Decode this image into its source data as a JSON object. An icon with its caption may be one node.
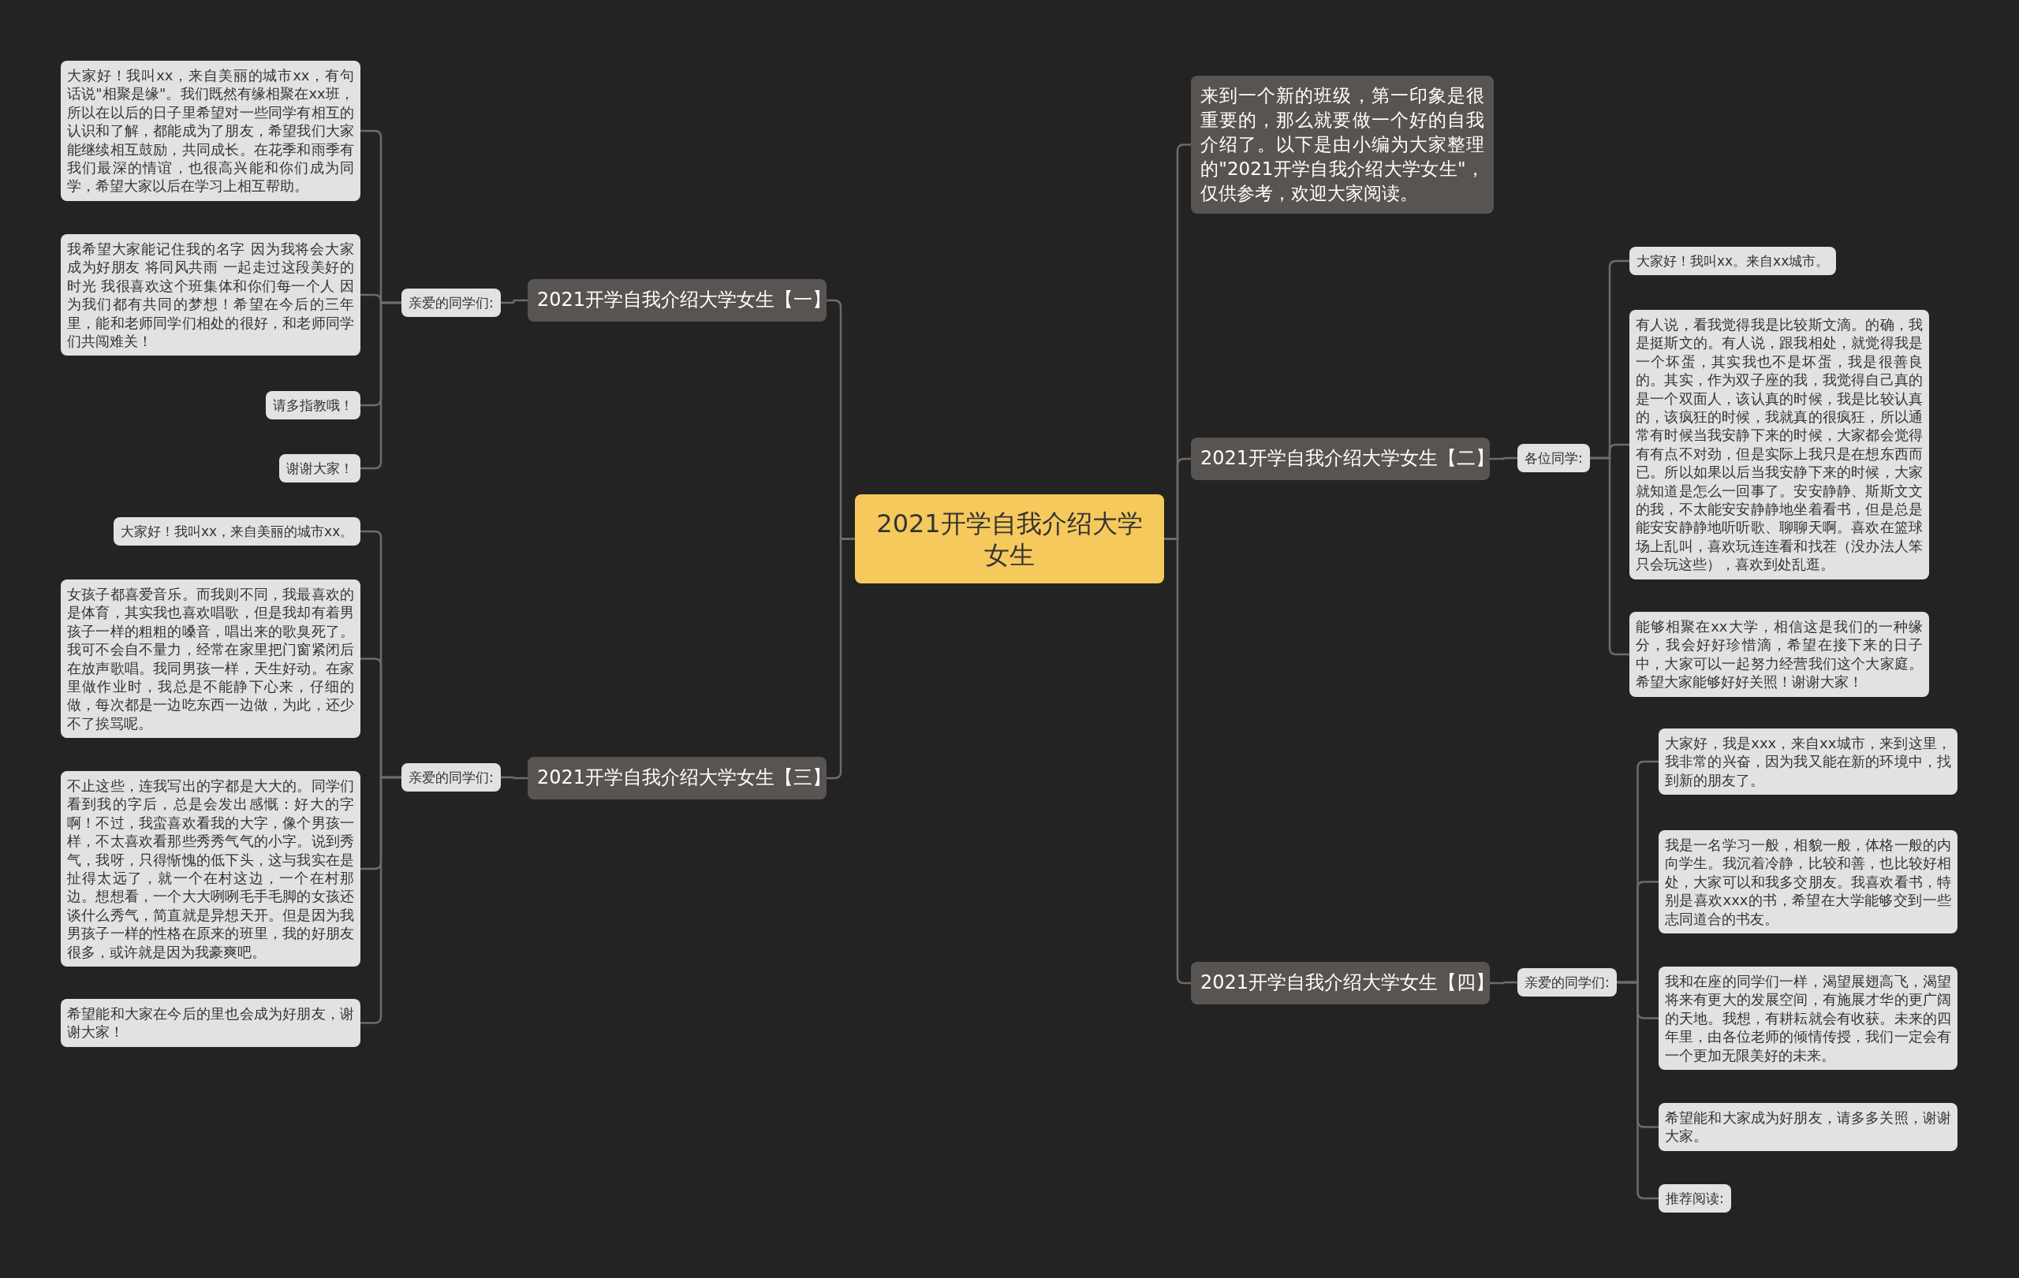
{
  "diagram": {
    "nodes": [
      {
        "text": [
          "2021开学自我介绍大学女生"
        ]
      },
      {
        "text": [
          "来到一个新的班级，第一印象是很重要的，那么就要做一个好的自我介绍了。以下是由小编为大家整理的\"2021开学自我介绍大学女生\"，仅供参考，欢迎大家阅读。"
        ]
      },
      {
        "text": [
          "2021开学自我介绍大学女生【一】"
        ]
      },
      {
        "text": [
          "亲爱的同学们:"
        ]
      },
      {
        "text": [
          "大家好！我叫xx，来自美丽的城市xx，有句话说\"相聚是缘\"。我们既然有缘相聚在xx班，所以在以后的日子里希望对一些同学有相互的认识和了解，都能成为了朋友，希望我们大家能继续相互鼓励，共同成长。在花季和雨季有我们最深的情谊，也很高兴能和你们成为同学，希望大家以后在学习上相互帮助。"
        ]
      },
      {
        "text": [
          "我希望大家能记住我的名字 因为我将会大家成为好朋友 将同风共雨 一起走过这段美好的时光 我很喜欢这个班集体和你们每一个人 因为我们都有共同的梦想！希望在今后的三年里，能和老师同学们相处的很好，和老师同学们共闯难关！"
        ]
      },
      {
        "text": [
          "请多指教哦！"
        ]
      },
      {
        "text": [
          "谢谢大家！"
        ]
      },
      {
        "text": [
          "2021开学自我介绍大学女生【三】"
        ]
      },
      {
        "text": [
          "亲爱的同学们:"
        ]
      },
      {
        "text": [
          "大家好！我叫xx，来自美丽的城市xx。"
        ]
      },
      {
        "text": [
          "女孩子都喜爱音乐。而我则不同，我最喜欢的是体育，其实我也喜欢唱歌，但是我却有着男孩子一样的粗粗的嗓音，唱出来的歌臭死了。我可不会自不量力，经常在家里把门窗紧闭后在放声歌唱。我同男孩一样，天生好动。在家里做作业时，我总是不能静下心来，仔细的做，每次都是一边吃东西一边做，为此，还少不了挨骂呢。"
        ]
      },
      {
        "text": [
          "不止这些，连我写出的字都是大大的。同学们看到我的字后，总是会发出感慨：好大的字啊！不过，我蛮喜欢看我的大字，像个男孩一样，不太喜欢看那些秀秀气气的小字。说到秀气，我呀，只得惭愧的低下头，这与我实在是扯得太远了，就一个在村这边，一个在村那边。想想看，一个大大咧咧毛手毛脚的女孩还谈什么秀气，简直就是异想天开。但是因为我男孩子一样的性格在原来的班里，我的好朋友很多，或许就是因为我豪爽吧。"
        ]
      },
      {
        "text": [
          "希望能和大家在今后的里也会成为好朋友，谢谢大家！"
        ]
      },
      {
        "text": [
          "2021开学自我介绍大学女生【二】"
        ]
      },
      {
        "text": [
          "各位同学:"
        ]
      },
      {
        "text": [
          "大家好！我叫xx。来自xx城市。"
        ]
      },
      {
        "text": [
          "有人说，看我觉得我是比较斯文滴。的确，我是挺斯文的。有人说，跟我相处，就觉得我是一个坏蛋，其实我也不是坏蛋，我是很善良的。其实，作为双子座的我，我觉得自己真的是一个双面人，该认真的时候，我是比较认真的，该疯狂的时候，我就真的很疯狂，所以通常有时候当我安静下来的时候，大家都会觉得有有点不对劲，但是实际上我只是在想东西而已。所以如果以后当我安静下来的时候，大家就知道是怎么一回事了。安安静静、斯斯文文的我，不太能安安静静地坐着看书，但是总是能安安静静地听听歌、聊聊天啊。喜欢在篮球场上乱叫，喜欢玩连连看和找茬（没办法人笨只会玩这些），喜欢到处乱逛。"
        ]
      },
      {
        "text": [
          "能够相聚在xx大学，相信这是我们的一种缘分，我会好好珍惜滴，希望在接下来的日子中，大家可以一起努力经营我们这个大家庭。希望大家能够好好关照！谢谢大家！"
        ]
      },
      {
        "text": [
          "2021开学自我介绍大学女生【四】"
        ]
      },
      {
        "text": [
          "亲爱的同学们:"
        ]
      },
      {
        "text": [
          "大家好，我是xxx，来自xx城市，来到这里，我非常的兴奋，因为我又能在新的环境中，找到新的朋友了。"
        ]
      },
      {
        "text": [
          "我是一名学习一般，相貌一般，体格一般的内向学生。我沉着冷静，比较和善，也比较好相处，大家可以和我多交朋友。我喜欢看书，特别是喜欢xxx的书，希望在大学能够交到一些志同道合的书友。"
        ]
      },
      {
        "text": [
          "我和在座的同学们一样，渴望展翅高飞，渴望将来有更大的发展空间，有施展才华的更广阔的天地。我想，有耕耘就会有收获。未来的四年里，由各位老师的倾情传授，我们一定会有一个更加无限美好的未来。"
        ]
      },
      {
        "text": [
          "希望能和大家成为好朋友，请多多关照，谢谢大家。"
        ]
      },
      {
        "text": [
          "推荐阅读:"
        ]
      }
    ],
    "edges": [
      {
        "from": 0,
        "to": 1,
        "arrow": "none"
      },
      {
        "from": 0,
        "to": 2,
        "arrow": "none"
      },
      {
        "from": 2,
        "to": 3,
        "arrow": "none"
      },
      {
        "from": 3,
        "to": 4,
        "arrow": "none"
      },
      {
        "from": 3,
        "to": 5,
        "arrow": "none"
      },
      {
        "from": 3,
        "to": 6,
        "arrow": "none"
      },
      {
        "from": 3,
        "to": 7,
        "arrow": "none"
      },
      {
        "from": 0,
        "to": 8,
        "arrow": "none"
      },
      {
        "from": 8,
        "to": 9,
        "arrow": "none"
      },
      {
        "from": 9,
        "to": 10,
        "arrow": "none"
      },
      {
        "from": 9,
        "to": 11,
        "arrow": "none"
      },
      {
        "from": 9,
        "to": 12,
        "arrow": "none"
      },
      {
        "from": 9,
        "to": 13,
        "arrow": "none"
      },
      {
        "from": 0,
        "to": 14,
        "arrow": "none"
      },
      {
        "from": 14,
        "to": 15,
        "arrow": "none"
      },
      {
        "from": 15,
        "to": 16,
        "arrow": "none"
      },
      {
        "from": 15,
        "to": 17,
        "arrow": "none"
      },
      {
        "from": 15,
        "to": 18,
        "arrow": "none"
      },
      {
        "from": 0,
        "to": 19,
        "arrow": "none"
      },
      {
        "from": 19,
        "to": 20,
        "arrow": "none"
      },
      {
        "from": 20,
        "to": 21,
        "arrow": "none"
      },
      {
        "from": 20,
        "to": 22,
        "arrow": "none"
      },
      {
        "from": 20,
        "to": 23,
        "arrow": "none"
      },
      {
        "from": 20,
        "to": 24,
        "arrow": "none"
      },
      {
        "from": 20,
        "to": 25,
        "arrow": "none"
      }
    ]
  }
}
